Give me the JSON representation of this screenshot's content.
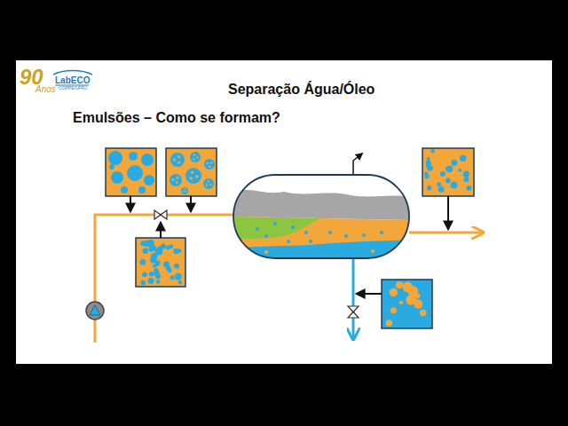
{
  "diagram": {
    "title": "Separação Água/Óleo",
    "labels": [
      "90",
      "Anos",
      "LabECO",
      "COPPE/UFRJ",
      "Emulsões – Como se formam?"
    ]
  }
}
